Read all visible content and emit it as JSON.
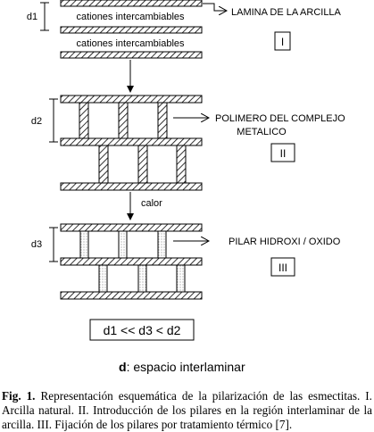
{
  "diagram": {
    "stage1": {
      "spacing_label": "d1",
      "cation_label_1": "cationes intercambiables",
      "cation_label_2": "cationes  intercambiables",
      "pointer_label": "LAMINA DE LA ARCILLA",
      "roman": "I"
    },
    "stage2": {
      "spacing_label": "d2",
      "pointer_label_line1": "POLIMERO DEL COMPLEJO",
      "pointer_label_line2": "METALICO",
      "roman": "II"
    },
    "stage3": {
      "spacing_label": "d3",
      "arrow_label": "calor",
      "pointer_label": "PILAR HIDROXI / OXIDO",
      "roman": "III"
    },
    "relation": "d1 << d3 < d2",
    "legend_symbol": "d",
    "legend_text": ": espacio interlaminar"
  },
  "caption": {
    "fig_label": "Fig. 1.",
    "text": " Representación esquemática de la pilarización de las esmectitas. I. Arcilla natural. II. Introducción de los pilares en la región interlaminar de la arcilla. III. Fijación de los pilares por tratamiento térmico [7]."
  }
}
